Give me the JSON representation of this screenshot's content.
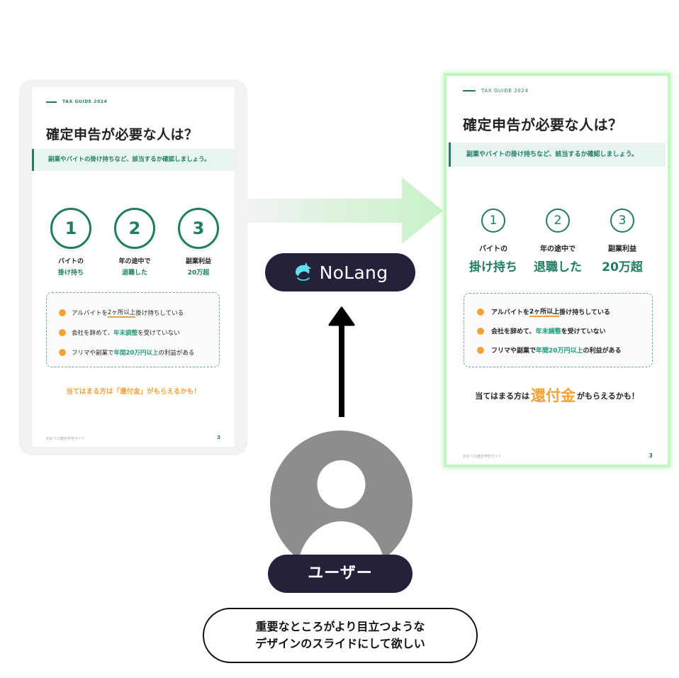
{
  "slide_before": {
    "guide_label": "TAX GUIDE 2024",
    "title": "確定申告が必要な人は？",
    "subtitle": "副業やバイトの掛け持ちなど、該当するか確認しましょう。",
    "steps": [
      {
        "number": "1",
        "line1": "バイトの",
        "line2": "掛け持ち"
      },
      {
        "number": "2",
        "line1": "年の途中で",
        "line2": "退職した"
      },
      {
        "number": "3",
        "line1": "副業利益",
        "line2": "20万超"
      }
    ],
    "checklist": [
      {
        "pre": "アルバイトを",
        "hl": "2ヶ所以上",
        "post": "掛け持ちしている",
        "style": "underline"
      },
      {
        "pre": "会社を辞めて、",
        "hl": "年末調整",
        "post": "を受けていない",
        "style": "green"
      },
      {
        "pre": "フリマや副業で",
        "hl": "年間20万円以上",
        "post": "の利益がある",
        "style": "green"
      }
    ],
    "cta": "当てはまる方は「還付金」がもらえるかも！",
    "footer": "初めての確定申告ガイド",
    "page_number": "3"
  },
  "slide_after": {
    "guide_label": "TAX GUIDE 2024",
    "title": "確定申告が必要な人は？",
    "subtitle": "副業やバイトの掛け持ちなど、該当するか確認しましょう。",
    "steps": [
      {
        "number": "1",
        "line1": "バイトの",
        "line2": "掛け持ち"
      },
      {
        "number": "2",
        "line1": "年の途中で",
        "line2": "退職した"
      },
      {
        "number": "3",
        "line1": "副業利益",
        "line2": "20万超"
      }
    ],
    "checklist": [
      {
        "pre": "アルバイトを",
        "hl": "2ヶ所以上",
        "post": "掛け持ちしている",
        "style": "underline"
      },
      {
        "pre": "会社を辞めて、",
        "hl": "年末調整",
        "post": "を受けていない",
        "style": "green"
      },
      {
        "pre": "フリマや副業で",
        "hl": "年間20万円以上",
        "post": "の利益がある",
        "style": "green"
      }
    ],
    "cta_pre": "当てはまる方は",
    "cta_big": "還付金",
    "cta_post": "がもらえるかも！",
    "footer": "初めての確定申告ガイド",
    "page_number": "3"
  },
  "tool": {
    "name": "NoLang",
    "icon": "dolphin-logo-icon"
  },
  "user": {
    "label": "ユーザー",
    "icon": "user-avatar-icon"
  },
  "request": {
    "line1": "重要なところがより目立つような",
    "line2": "デザインのスライドにして欲しい"
  },
  "colors": {
    "brand_green": "#1f7d63",
    "accent_orange": "#f5a235",
    "badge_navy": "#25213b",
    "glow_green": "#c4f7c0",
    "avatar_gray": "#8d8c8f",
    "dolphin_cyan": "#5fe0f0"
  }
}
